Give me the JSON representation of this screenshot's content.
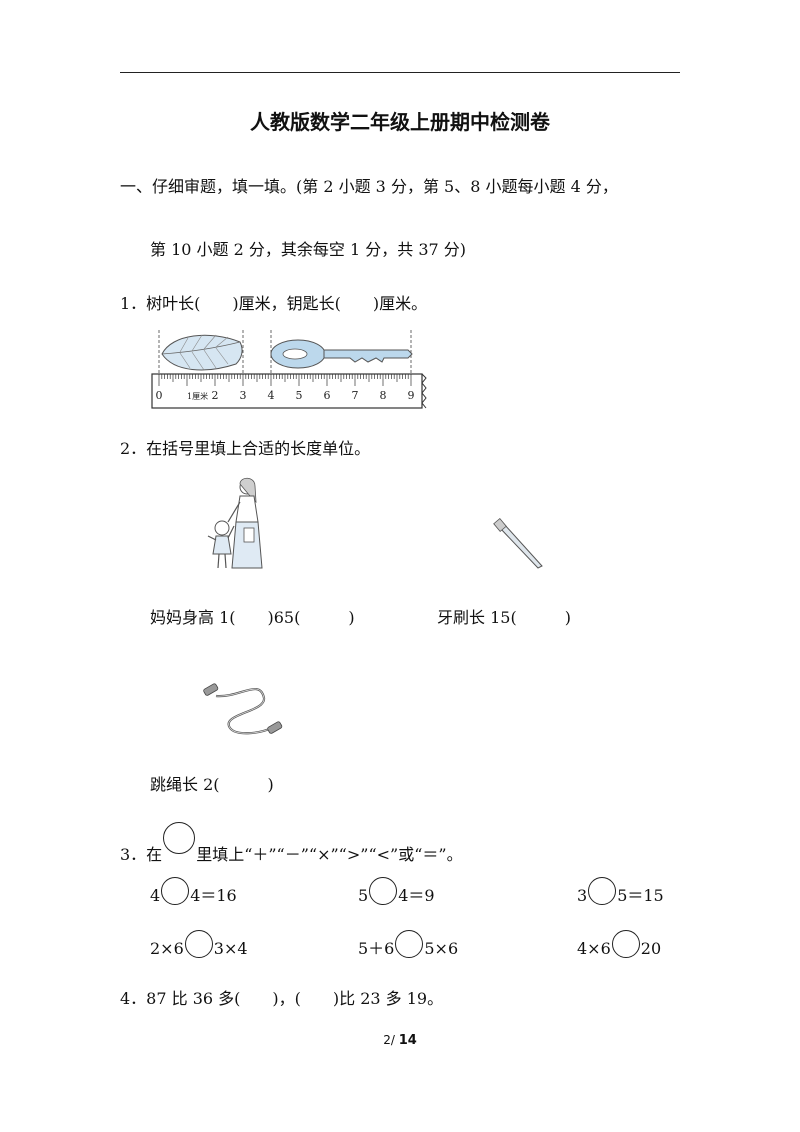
{
  "document": {
    "title": "人教版数学二年级上册期中检测卷",
    "section1_line1": "一、仔细审题，填一填。(第 2 小题 3 分，第 5、8 小题每小题 4 分，",
    "section1_line2": "第 10 小题 2 分，其余每空 1 分，共 37 分)",
    "q1": "1．树叶长(　　)厘米，钥匙长(　　)厘米。",
    "ruler_ticks": [
      "0",
      "1厘米",
      "2",
      "3",
      "4",
      "5",
      "6",
      "7",
      "8",
      "9"
    ],
    "q2": "2．在括号里填上合适的长度单位。",
    "q2_mom": "妈妈身高 1(　　)65(　　　)",
    "q2_toothbrush": "牙刷长 15(　　　)",
    "q2_rope": "跳绳长 2(　　　)",
    "q3_prefix": "3．在",
    "q3_suffix": "里填上“＋”“－”“×”“>”“<”或“＝”。",
    "q3_items": [
      {
        "left": "4",
        "right": "4＝16"
      },
      {
        "left": "5",
        "right": "4＝9"
      },
      {
        "left": "3",
        "right": "5＝15"
      },
      {
        "left": "2×6",
        "right": "3×4"
      },
      {
        "left": "5＋6",
        "right": "5×6"
      },
      {
        "left": "4×6",
        "right": "20"
      }
    ],
    "q4": "4．87 比 36 多(　　)，(　　)比 23 多 19。",
    "page_current": "2/",
    "page_total": "14"
  },
  "colors": {
    "key": "#bcd8ec",
    "leaf": "#d6e6f2",
    "ruler": "#ffffff",
    "ink": "#111111"
  }
}
